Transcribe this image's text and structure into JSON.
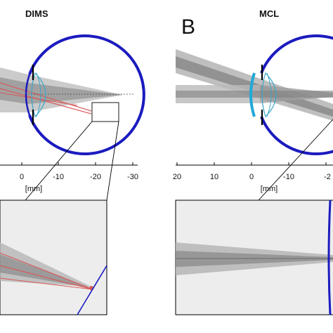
{
  "panel_a": {
    "title": "DIMS",
    "ticks": [
      "0",
      "-10",
      "-20",
      "-30"
    ],
    "xlabel": "[mm]"
  },
  "panel_b": {
    "letter": "B",
    "title": "MCL",
    "ticks": [
      "20",
      "10",
      "0",
      "-10",
      "-2"
    ],
    "xlabel": "[mm]"
  },
  "colors": {
    "eye_outline": "#1b1bbf",
    "lens_outline": "#3aa6c8",
    "contact_lens": "#20a9d8",
    "beam": "#7f7f7f",
    "beam_light": "#b9b9b9",
    "defocus_rays": "#d85a5a",
    "inset_background": "#ededed",
    "axis": "#000000"
  }
}
